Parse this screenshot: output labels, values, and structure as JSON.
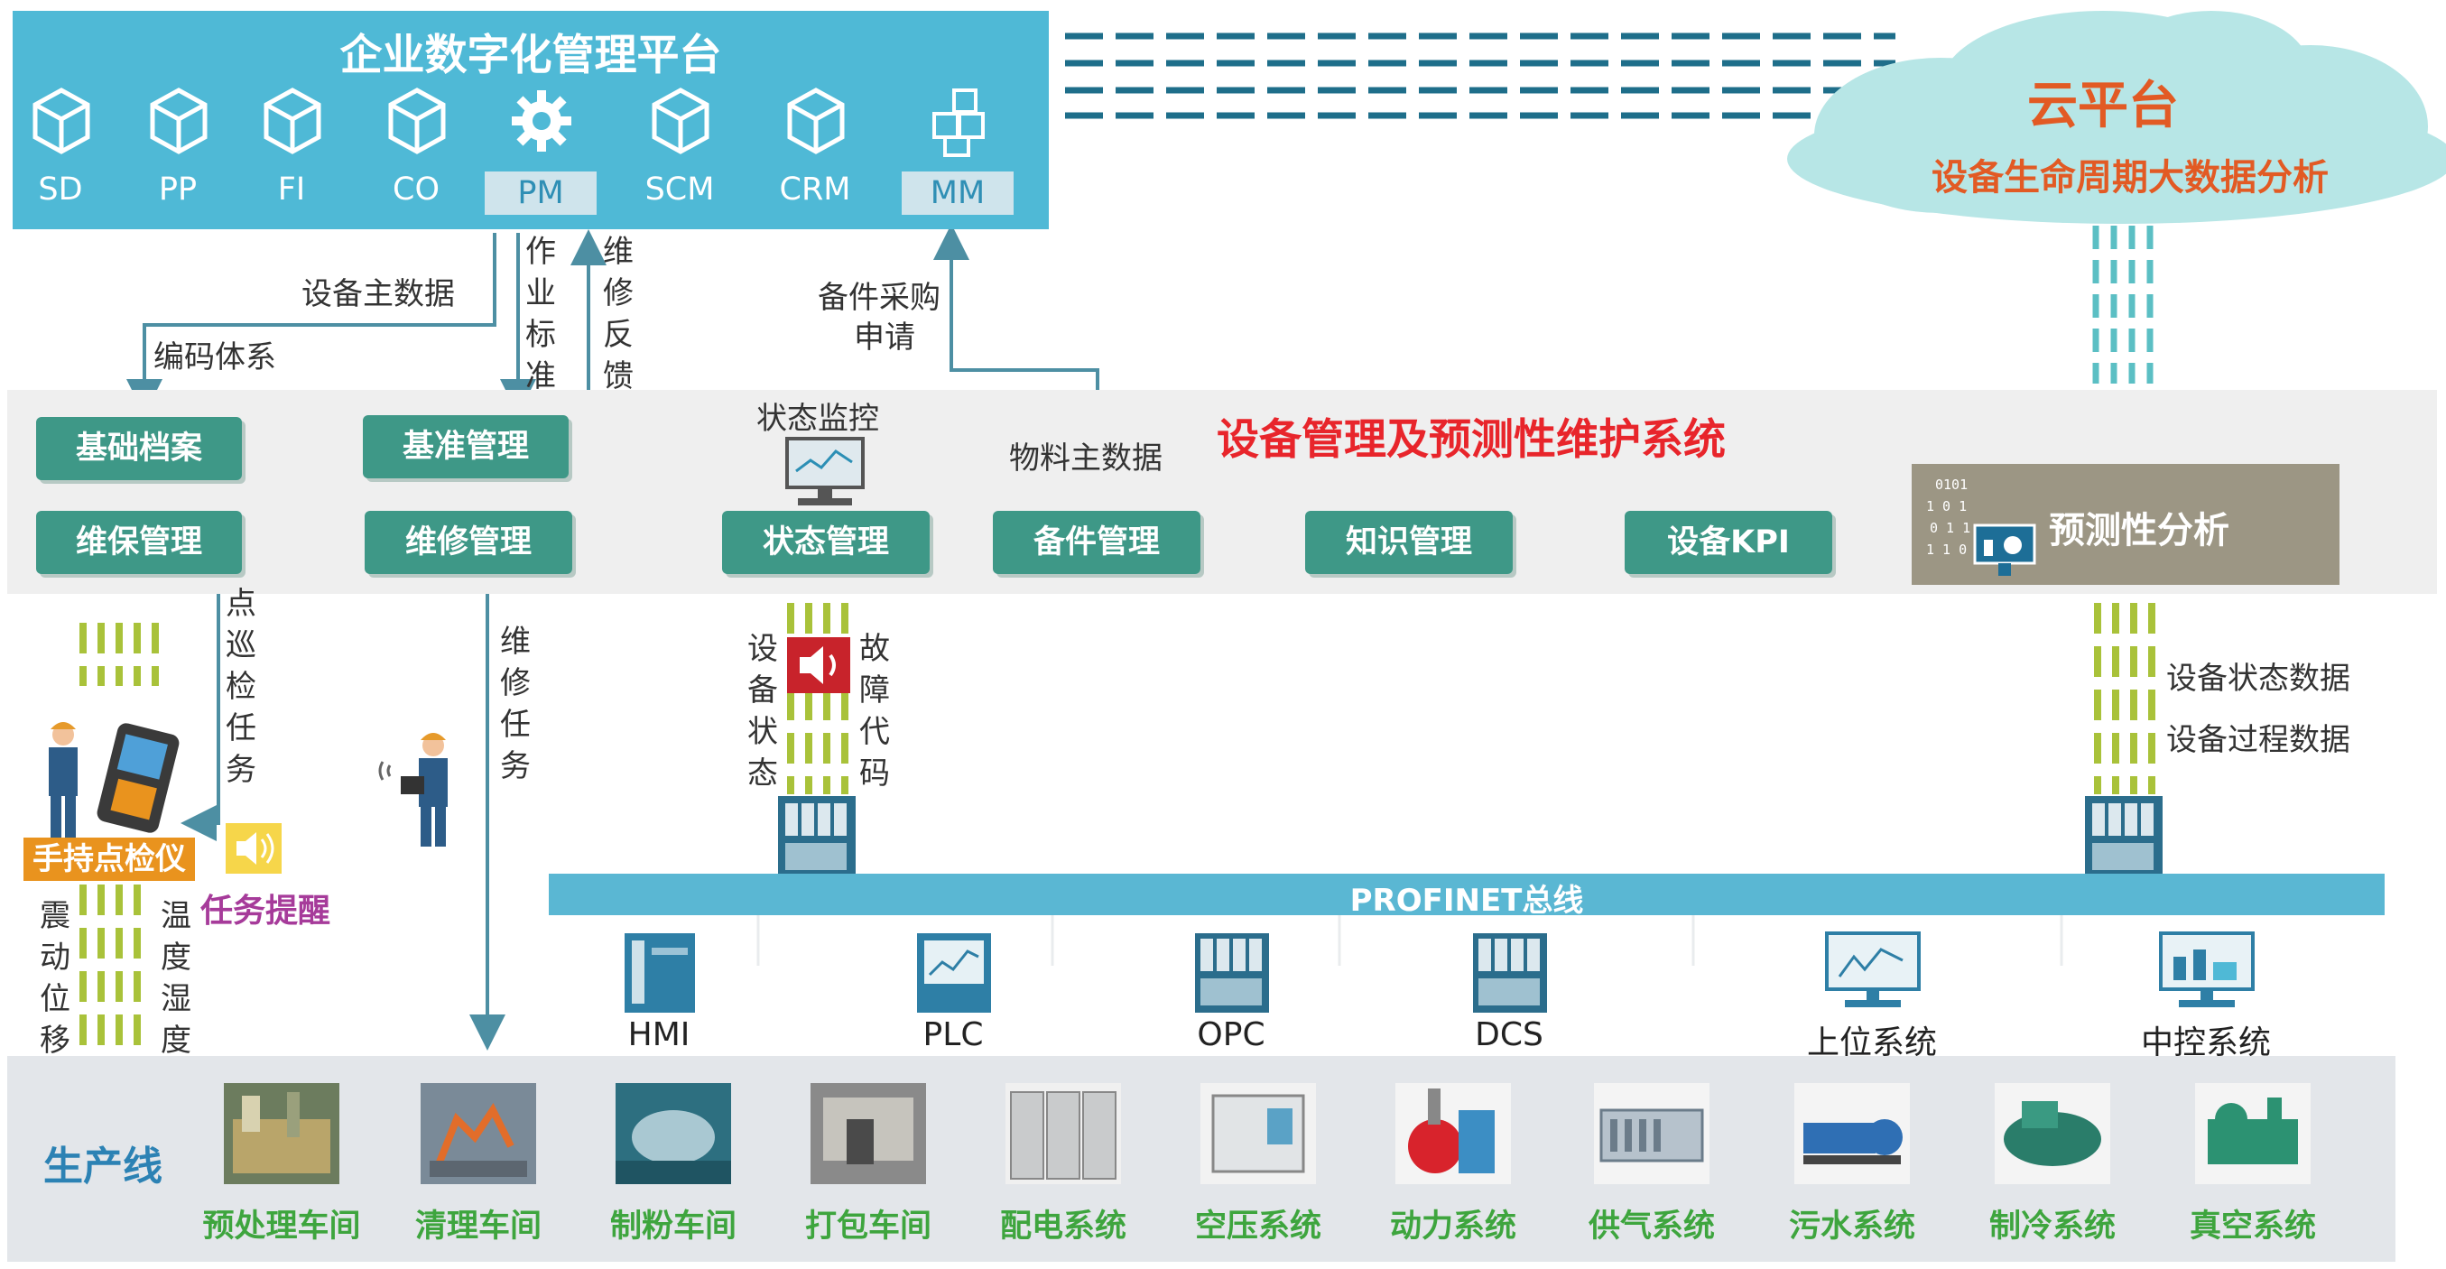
{
  "erp": {
    "title": "企业数字化管理平台",
    "modules": [
      "SD",
      "PP",
      "FI",
      "CO",
      "PM",
      "SCM",
      "CRM",
      "MM"
    ],
    "selected": [
      "PM",
      "MM"
    ]
  },
  "cloud": {
    "title": "云平台",
    "subtitle": "设备生命周期大数据分析"
  },
  "flows": {
    "equipment_master": "设备主数据",
    "coding_system": "编码体系",
    "work_standard": "作业标准",
    "repair_feedback": "维修反馈",
    "spare_purchase_line1": "备件采购",
    "spare_purchase_line2": "申请",
    "status_monitor": "状态监控",
    "material_master": "物料主数据",
    "inspection_task": "点巡检任务",
    "repair_task": "维修任务",
    "equipment_status": "设备状态",
    "fault_code": "故障代码",
    "equipment_status_data": "设备状态数据",
    "equipment_process_data": "设备过程数据",
    "vibration_disp": "震动位移",
    "temp_humidity": "温度湿度"
  },
  "system": {
    "title": "设备管理及预测性维护系统",
    "buttons": {
      "basic_archive": "基础档案",
      "benchmark_mgmt": "基准管理",
      "maintenance_mgmt": "维保管理",
      "repair_mgmt": "维修管理",
      "status_mgmt": "状态管理",
      "spare_mgmt": "备件管理",
      "knowledge_mgmt": "知识管理",
      "equipment_kpi": "设备KPI"
    },
    "predictive": "预测性分析"
  },
  "field": {
    "handheld": "手持点检仪",
    "task_reminder": "任务提醒",
    "bus": "PROFINET总线",
    "devices": [
      "HMI",
      "PLC",
      "OPC",
      "DCS",
      "上位系统",
      "中控系统"
    ]
  },
  "production": {
    "label": "生产线",
    "workshops": [
      "预处理车间",
      "清理车间",
      "制粉车间",
      "打包车间",
      "配电系统",
      "空压系统",
      "动力系统",
      "供气系统",
      "污水系统",
      "制冷系统",
      "真空系统"
    ]
  },
  "colors": {
    "erp": "#4fb9d6",
    "green_button": "#3e9887",
    "title_red": "#e8252b",
    "cloud": "#b7e6e6",
    "cloud_text": "#e25a24",
    "bus": "#5ab7d3",
    "workshop_text": "#3ea53e",
    "prod_label": "#2c82b4"
  },
  "icons": {
    "module": "cube-icon",
    "pm": "gear-icon",
    "mm": "boxes-icon",
    "monitor": "monitor-icon",
    "alarm": "speaker-icon",
    "worker": "worker-icon",
    "handheld": "handheld-device-icon",
    "plc_rack": "plc-rack-icon"
  }
}
